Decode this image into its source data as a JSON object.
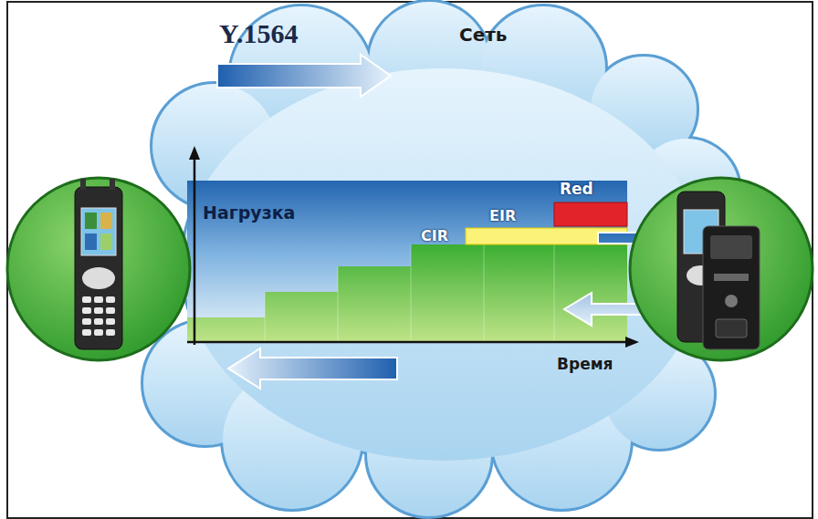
{
  "diagram": {
    "labels": [
      "Сеть",
      "Y.1564",
      "Нагрузка",
      "CIR",
      "EIR",
      "Red",
      "Время"
    ]
  }
}
